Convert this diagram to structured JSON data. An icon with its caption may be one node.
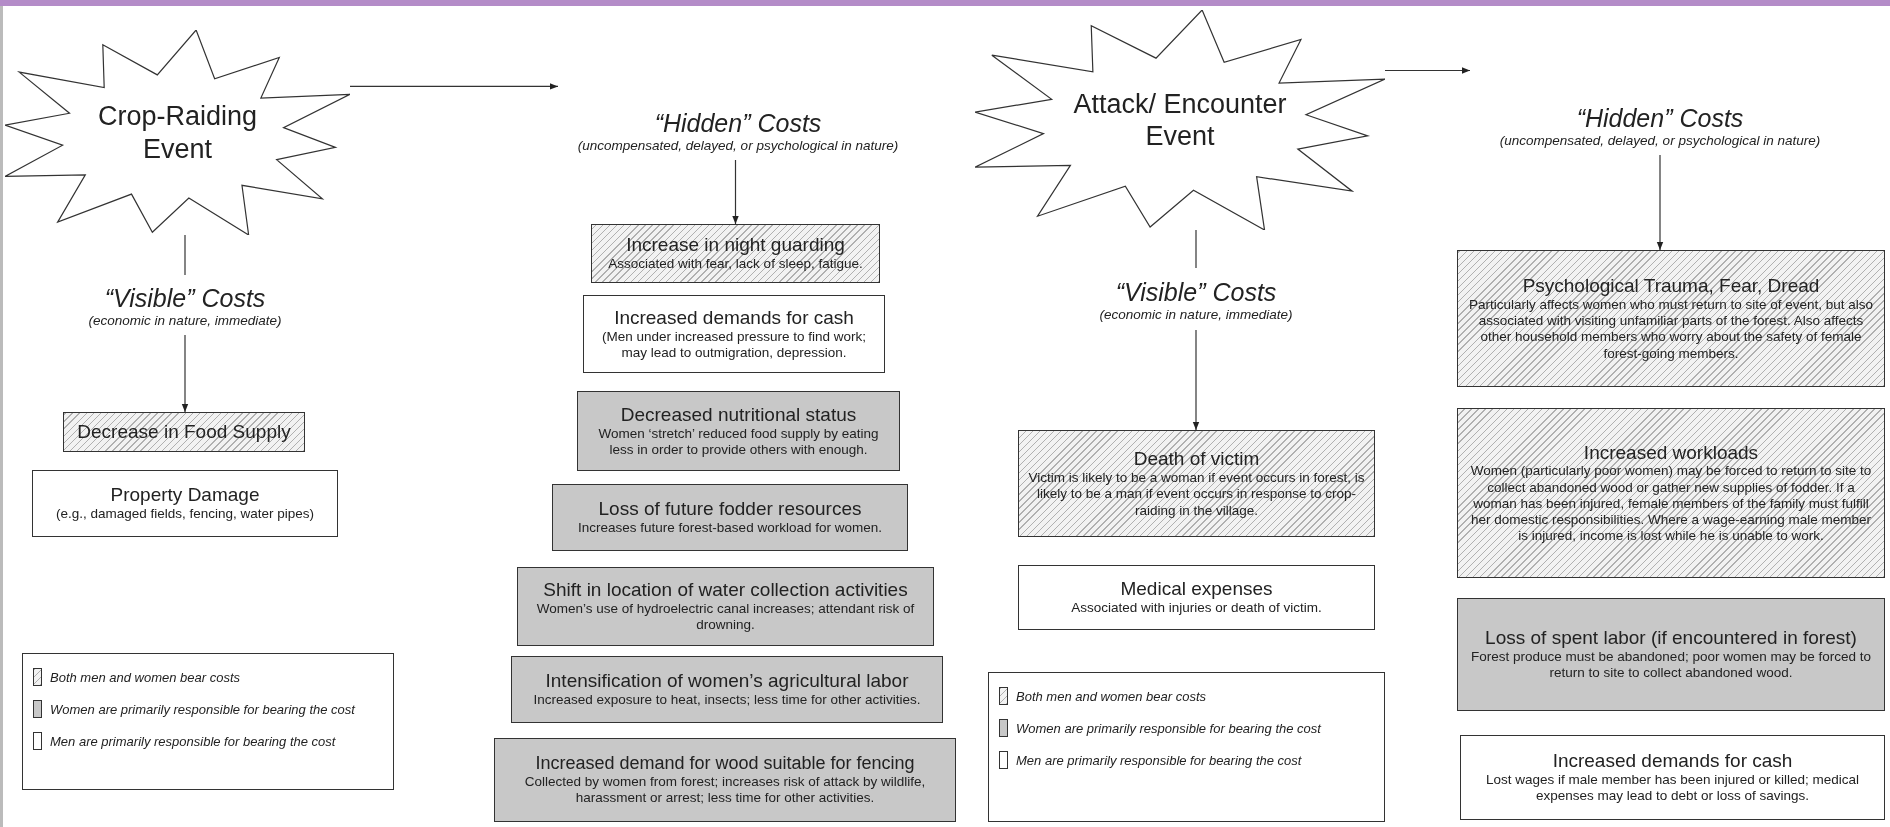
{
  "diagram": {
    "nodes": [
      {
        "text": [
          "Crop-Raiding Event"
        ]
      },
      {
        "text": [
          "“Visible” Costs",
          "(economic in nature, immediate)"
        ]
      },
      {
        "text": [
          "“Hidden” Costs",
          "(uncompensated, delayed, or psychological in nature)"
        ]
      },
      {
        "text": [
          "Decrease in Food Supply"
        ]
      },
      {
        "text": [
          "Property Damage",
          "(e.g., damaged fields, fencing, water pipes)"
        ]
      },
      {
        "text": [
          "Increase in night guarding",
          "Associated with fear, lack of sleep, fatigue."
        ]
      },
      {
        "text": [
          "Increased demands for cash",
          "(Men under increased pressure to find work; may lead to outmigration, depression."
        ]
      },
      {
        "text": [
          "Decreased nutritional status",
          "Women ‘stretch’ reduced food supply by eating less in order to provide others with enough."
        ]
      },
      {
        "text": [
          "Loss of future fodder resources",
          "Increases future forest-based workload for women."
        ]
      },
      {
        "text": [
          "Shift in location of water collection activities",
          "Women’s use of hydroelectric canal increases; attendant risk of drowning."
        ]
      },
      {
        "text": [
          "Intensification of women’s agricultural labor",
          "Increased exposure to heat, insects; less time for other activities."
        ]
      },
      {
        "text": [
          "Increased demand for wood suitable for fencing",
          "Collected by women from forest; increases risk of attack by wildlife, harassment or arrest; less time for other activities."
        ]
      },
      {
        "text": [
          "Attack/ Encounter Event"
        ]
      },
      {
        "text": [
          "“Visible” Costs",
          "(economic in nature, immediate)"
        ]
      },
      {
        "text": [
          "“Hidden” Costs",
          "(uncompensated, delayed, or psychological in nature)"
        ]
      },
      {
        "text": [
          "Death of victim",
          "Victim is likely to be a woman if event occurs in forest, is likely to be a man if event occurs in response to crop-raiding in the village."
        ]
      },
      {
        "text": [
          "Medical expenses",
          "Associated with injuries or death of victim."
        ]
      },
      {
        "text": [
          "Psychological Trauma, Fear, Dread",
          "Particularly affects women who must return to site of event, but also associated with visiting unfamiliar parts of the forest. Also affects other household members who worry about the safety of female forest-going members."
        ]
      },
      {
        "text": [
          "Increased workloads",
          "Women (particularly poor women) may be forced to return to site to collect abandoned wood or gather new supplies of fodder. If a woman has been injured, female members of the family must fulfill her domestic responsibilities. Where a wage-earning male member is injured, income is lost while he is unable to work."
        ]
      },
      {
        "text": [
          "Loss of spent labor (if encountered in forest)",
          "Forest produce must be abandoned; poor women may be forced to return to site to collect abandoned wood."
        ]
      },
      {
        "text": [
          "Increased demands for cash",
          "Lost wages if male member has been injured or killed; medical expenses may lead to debt or loss of savings."
        ]
      }
    ],
    "edges": [
      {
        "from": 0,
        "to": 1,
        "arrow": "none"
      },
      {
        "from": 1,
        "to": 3,
        "arrow": "to"
      },
      {
        "from": 0,
        "to": 2,
        "arrow": "to"
      },
      {
        "from": 2,
        "to": 5,
        "arrow": "to"
      },
      {
        "from": 12,
        "to": 13,
        "arrow": "none"
      },
      {
        "from": 13,
        "to": 15,
        "arrow": "to"
      },
      {
        "from": 12,
        "to": 14,
        "arrow": "to"
      },
      {
        "from": 14,
        "to": 17,
        "arrow": "to"
      }
    ],
    "legend": [
      {
        "text": "Both men and women bear costs"
      },
      {
        "text": "Women are primarily responsible for bearing the cost",
        "color": "#c8c8c8"
      },
      {
        "text": "Men are primarily responsible for bearing the cost",
        "color": "#ffffff"
      },
      {
        "text": "Both men and women bear costs"
      },
      {
        "text": "Women are primarily responsible for bearing the cost",
        "color": "#c8c8c8"
      },
      {
        "text": "Men are primarily responsible for bearing the cost",
        "color": "#ffffff"
      }
    ]
  }
}
